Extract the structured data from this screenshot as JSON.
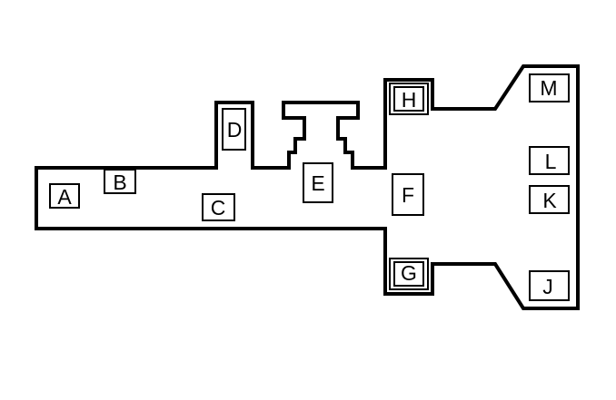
{
  "diagram": {
    "labels": {
      "A": "A",
      "B": "B",
      "C": "C",
      "D": "D",
      "E": "E",
      "F": "F",
      "G": "G",
      "H": "H",
      "J": "J",
      "K": "K",
      "L": "L",
      "M": "M"
    }
  }
}
